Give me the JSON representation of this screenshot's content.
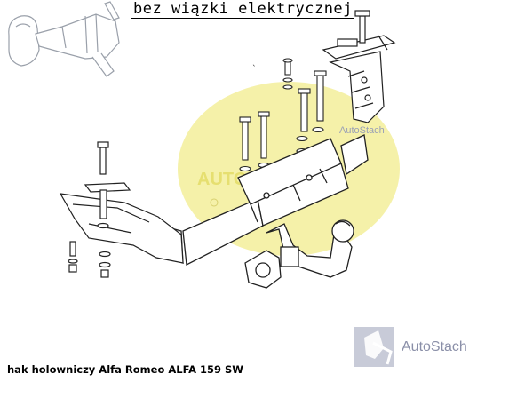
{
  "header_note": "bez wiązki elektrycznej",
  "caption": "hak holowniczy Alfa Romeo ALFA 159 SW",
  "watermark": {
    "brand": "AutoStach",
    "disc_text_left": "AUTO",
    "disc_text_right": "AutoStach",
    "disc_color": "#f3ef9a"
  },
  "colors": {
    "line": "#222222",
    "fill": "#ffffff",
    "logo": "#8a8fa8"
  }
}
